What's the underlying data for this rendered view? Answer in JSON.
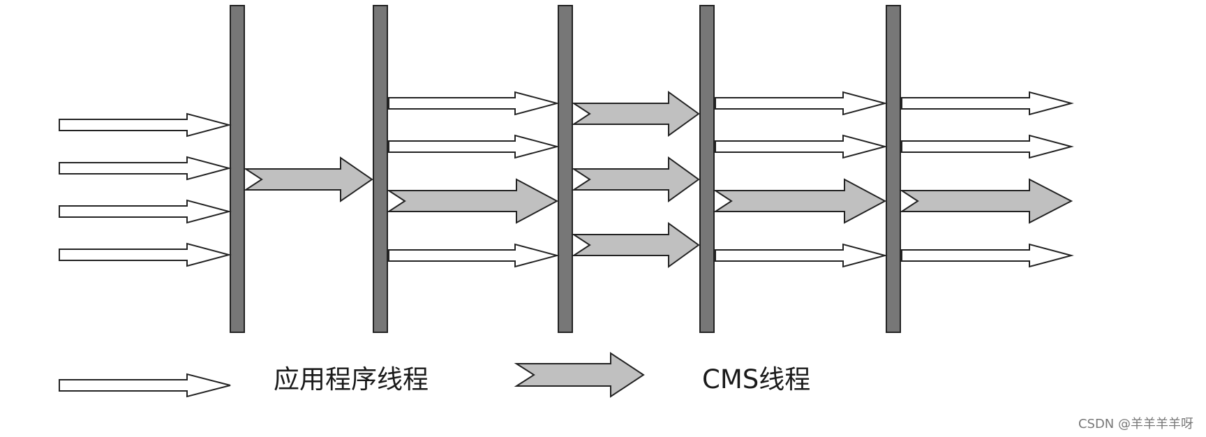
{
  "legend": {
    "app_thread_label": "应用程序线程",
    "cms_thread_label": "CMS线程"
  },
  "watermark": "CSDN @羊羊羊羊呀",
  "colors": {
    "barrier": "#777777",
    "cms_arrow": "#c0c0c0",
    "app_arrow": "#ffffff",
    "outline": "#222222"
  }
}
